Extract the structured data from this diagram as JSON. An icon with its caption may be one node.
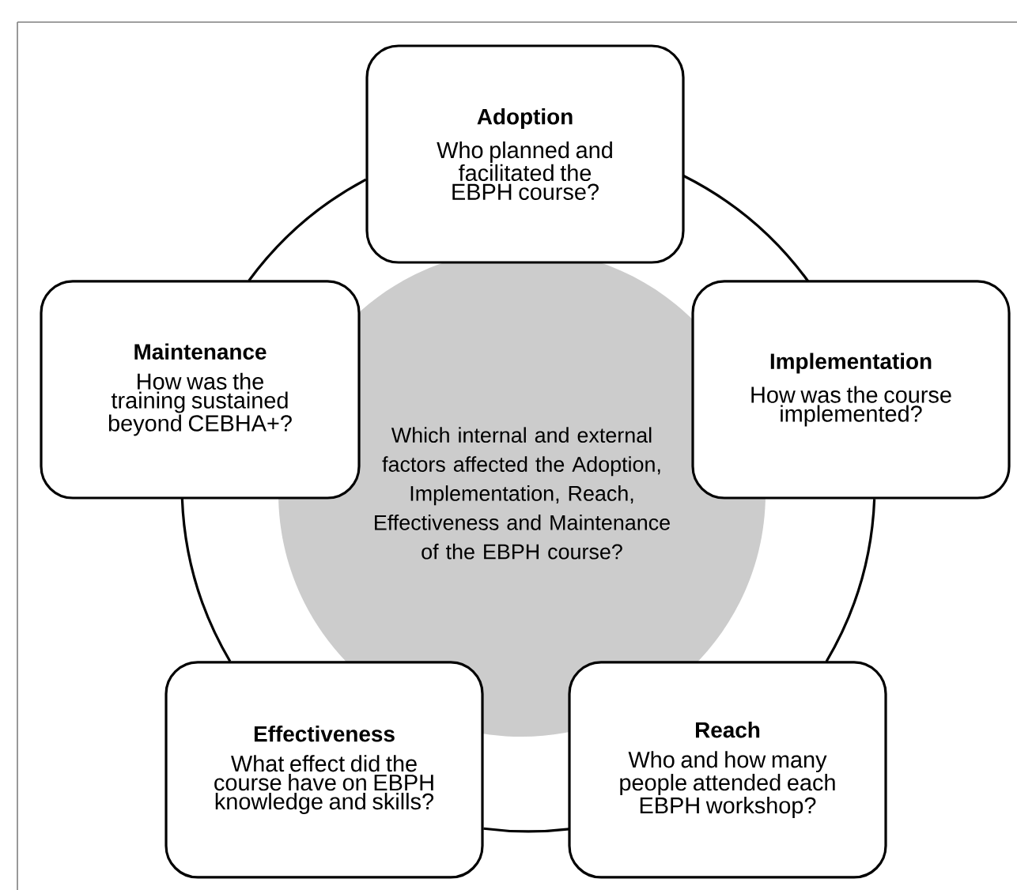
{
  "diagram": {
    "nodes": [
      {
        "text": [
          "Which internal and external factors affected the Adoption, Implementation, Reach, Effectiveness and Maintenance of the EBPH course?"
        ]
      },
      {
        "text": [
          "Adoption",
          "Who planned and facilitated the EBPH course?"
        ]
      },
      {
        "text": [
          "Maintenance",
          "How was the training sustained beyond CEBHA+?"
        ]
      },
      {
        "text": [
          "Implementation",
          "How was the course implemented?"
        ]
      },
      {
        "text": [
          "Effectiveness",
          "What effect did the course have on EBPH knowledge and skills?"
        ]
      },
      {
        "text": [
          "Reach",
          "Who and how many people attended each EBPH workshop?"
        ]
      }
    ],
    "edges": [
      {
        "from": 1,
        "to": 3,
        "arrow": "none"
      },
      {
        "from": 3,
        "to": 5,
        "arrow": "none"
      },
      {
        "from": 5,
        "to": 4,
        "arrow": "none"
      },
      {
        "from": 4,
        "to": 2,
        "arrow": "none"
      },
      {
        "from": 2,
        "to": 1,
        "arrow": "none"
      }
    ]
  }
}
